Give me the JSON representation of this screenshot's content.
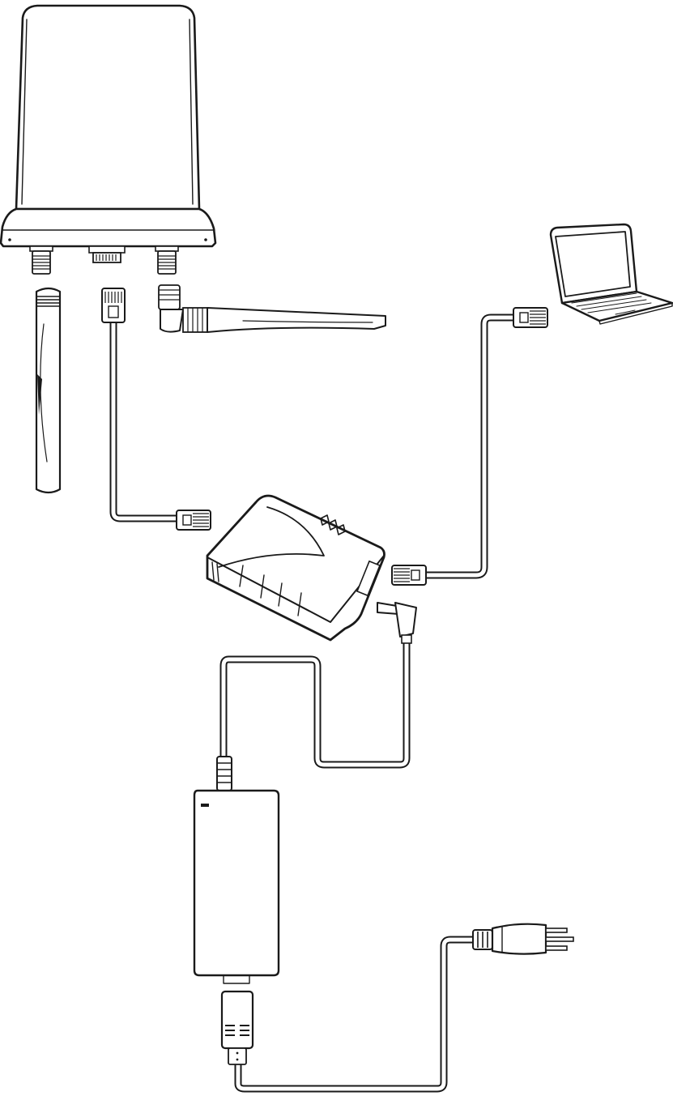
{
  "diagram": {
    "type": "hardware-connection-illustration",
    "components": [
      {
        "id": "outdoor-antenna-unit",
        "icon": "outdoor-antenna-icon"
      },
      {
        "id": "whip-antenna-straight",
        "icon": "whip-antenna-icon"
      },
      {
        "id": "whip-antenna-angled",
        "icon": "whip-antenna-icon"
      },
      {
        "id": "poe-ethernet-cable",
        "icon": "ethernet-cable-icon"
      },
      {
        "id": "poe-injector",
        "icon": "poe-injector-icon"
      },
      {
        "id": "lan-ethernet-cable",
        "icon": "ethernet-cable-icon"
      },
      {
        "id": "laptop",
        "icon": "laptop-icon"
      },
      {
        "id": "dc-power-cable",
        "icon": "dc-plug-icon"
      },
      {
        "id": "power-adapter",
        "icon": "power-brick-icon"
      },
      {
        "id": "ac-power-cord",
        "icon": "ac-plug-icon"
      }
    ],
    "connections": [
      {
        "from": "outdoor-antenna-unit",
        "to": "poe-injector",
        "via": "poe-ethernet-cable"
      },
      {
        "from": "poe-injector",
        "to": "laptop",
        "via": "lan-ethernet-cable"
      },
      {
        "from": "power-adapter",
        "to": "poe-injector",
        "via": "dc-power-cable"
      },
      {
        "from": "ac-power-cord",
        "to": "power-adapter",
        "via": "ac-power-cord"
      }
    ],
    "colors": {
      "stroke": "#1a1a1a",
      "fill": "#ffffff",
      "background": "#ffffff"
    }
  }
}
